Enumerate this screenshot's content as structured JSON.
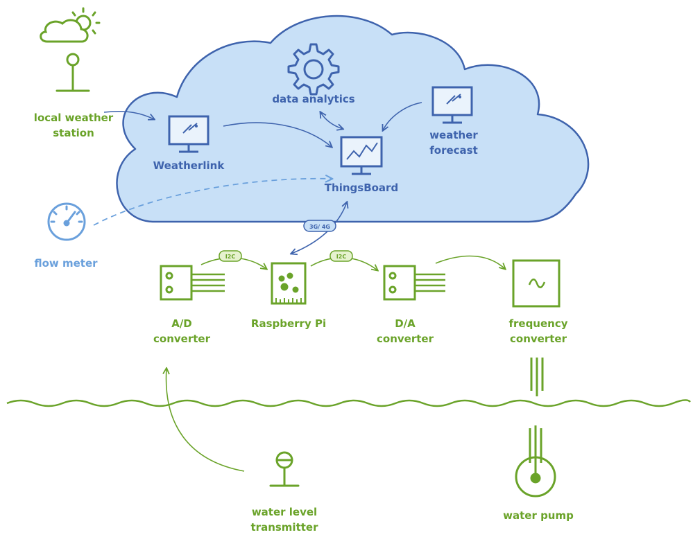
{
  "nodes": {
    "local_weather_station": {
      "line1": "local weather",
      "line2": "station"
    },
    "weatherlink": {
      "label": "Weatherlink"
    },
    "data_analytics": {
      "label": "data analytics"
    },
    "thingsboard": {
      "label": "ThingsBoard"
    },
    "weather_forecast": {
      "line1": "weather",
      "line2": "forecast"
    },
    "flow_meter": {
      "label": "flow meter"
    },
    "ad_converter": {
      "line1": "A/D",
      "line2": "converter"
    },
    "raspberry_pi": {
      "label": "Raspberry Pi"
    },
    "da_converter": {
      "line1": "D/A",
      "line2": "converter"
    },
    "frequency_converter": {
      "line1": "frequency",
      "line2": "converter"
    },
    "water_level_transmitter": {
      "line1": "water level",
      "line2": "transmitter"
    },
    "water_pump": {
      "label": "water pump"
    }
  },
  "links": {
    "cellular_tag": "3G/ 4G",
    "i2c_left": "I2C",
    "i2c_right": "I2C"
  },
  "colors": {
    "cloud_fill": "#c8e0f7",
    "cloud_stroke": "#3e63ad",
    "blue": "#3e63ad",
    "green": "#6aa329",
    "light_blue": "#6aa0dc",
    "tag_fill": "#e6f2cf"
  }
}
